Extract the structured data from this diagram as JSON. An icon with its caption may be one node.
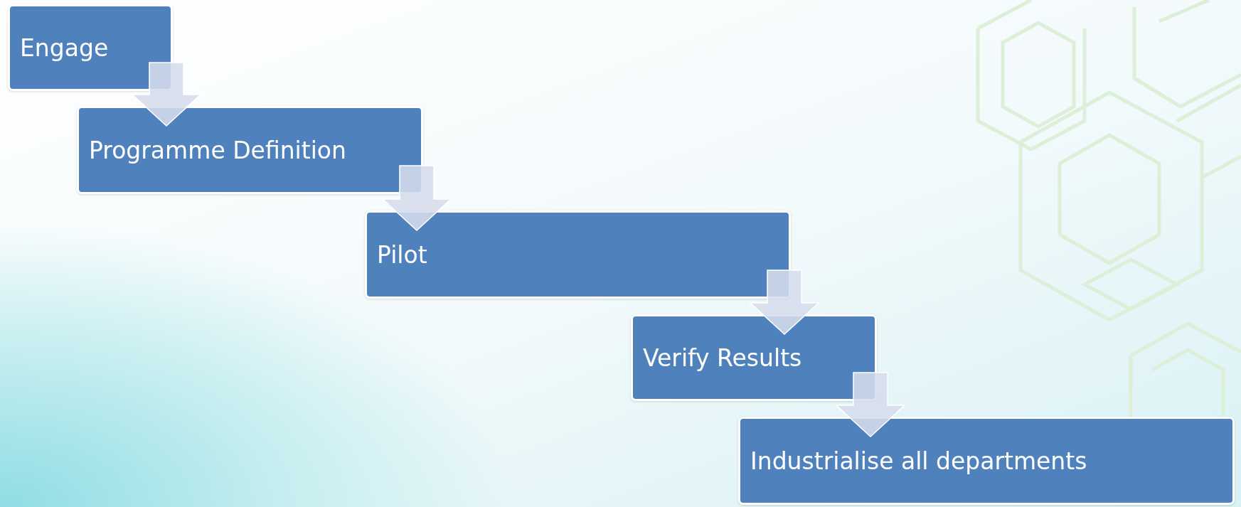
{
  "diagram": {
    "nodes": [
      {
        "text": [
          "Engage"
        ]
      },
      {
        "text": [
          "Programme Definition"
        ]
      },
      {
        "text": [
          "Pilot"
        ]
      },
      {
        "text": [
          "Verify Results"
        ]
      },
      {
        "text": [
          "Industrialise all departments"
        ]
      }
    ],
    "edges": [
      {
        "from": 0,
        "to": 1,
        "arrow": "to"
      },
      {
        "from": 1,
        "to": 2,
        "arrow": "to"
      },
      {
        "from": 2,
        "to": 3,
        "arrow": "to"
      },
      {
        "from": 3,
        "to": 4,
        "arrow": "to"
      }
    ]
  }
}
